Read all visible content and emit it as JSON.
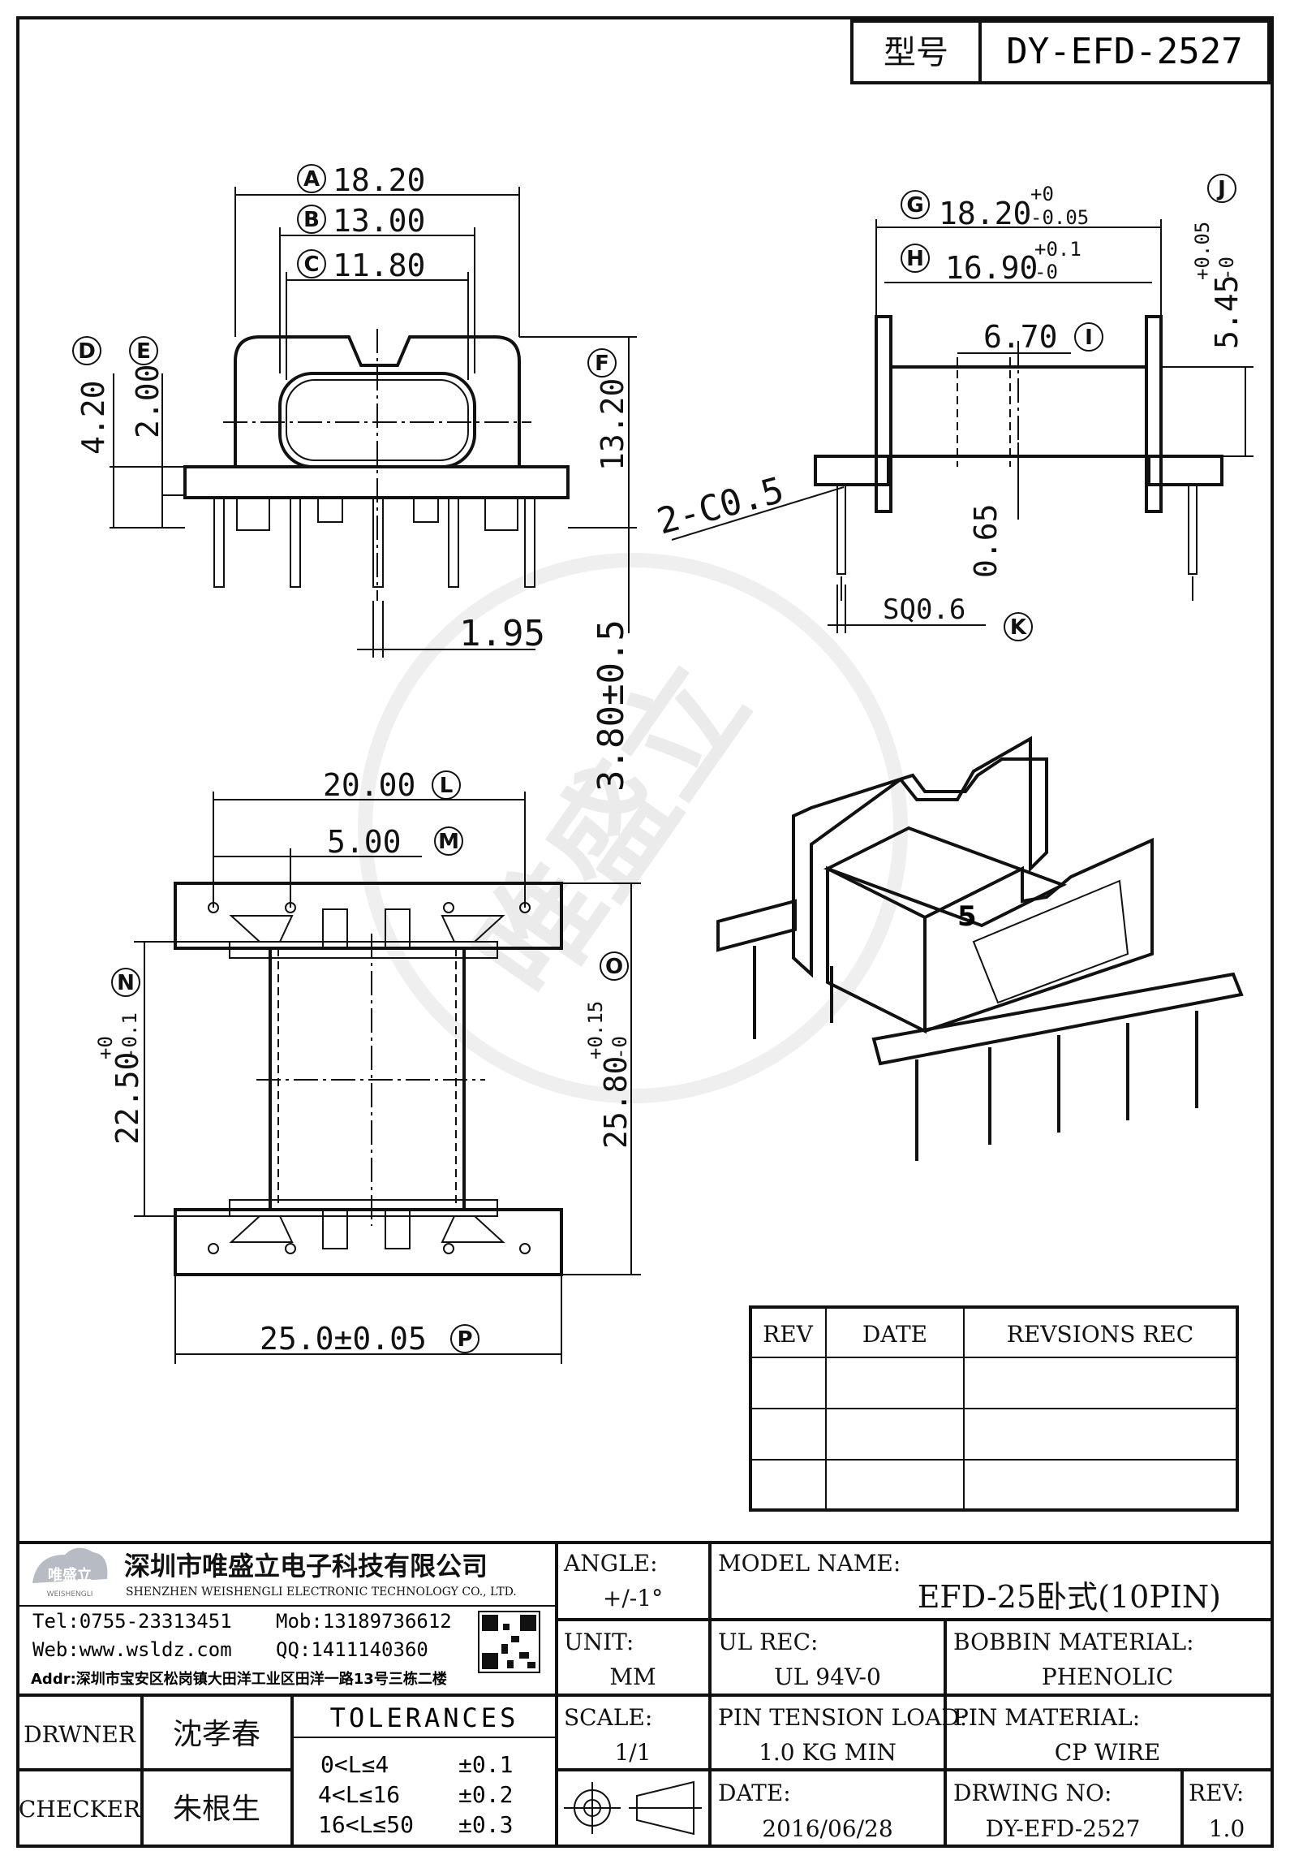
{
  "header": {
    "type_label": "型号",
    "model_code": "DY-EFD-2527"
  },
  "views": {
    "front": {
      "A": "18.20",
      "B": "13.00",
      "C": "11.80",
      "D": "4.20",
      "E": "2.00",
      "F": "13.20",
      "pin_height": "3.80±0.5",
      "pin_pitch": "1.95"
    },
    "side": {
      "G": "18.20",
      "G_tol_upper": "+0",
      "G_tol_lower": "-0.05",
      "H": "16.90",
      "H_tol_upper": "+0.1",
      "H_tol_lower": "-0",
      "I": "6.70",
      "J": "5.45",
      "J_tol_upper": "+0.05",
      "J_tol_lower": "-0",
      "chamfer": "2-C0.5",
      "K": "SQ0.6",
      "step": "0.65"
    },
    "bottom": {
      "L": "20.00",
      "M": "5.00",
      "N": "22.50",
      "N_tol_upper": "+0",
      "N_tol_lower": "-0.1",
      "O": "25.80",
      "O_tol_upper": "+0.15",
      "O_tol_lower": "-0",
      "P": "25.0±0.05"
    },
    "iso": {
      "pin_marker": "5"
    }
  },
  "callouts": {
    "A": "A",
    "B": "B",
    "C": "C",
    "D": "D",
    "E": "E",
    "F": "F",
    "G": "G",
    "H": "H",
    "I": "I",
    "J": "J",
    "K": "K",
    "L": "L",
    "M": "M",
    "N": "N",
    "O": "O",
    "P": "P"
  },
  "revision_table": {
    "headers": [
      "REV",
      "DATE",
      "REVSIONS REC"
    ],
    "rows": [
      [
        "",
        "",
        ""
      ],
      [
        "",
        "",
        ""
      ],
      [
        "",
        "",
        ""
      ]
    ]
  },
  "title_block": {
    "company_cn": "深圳市唯盛立电子科技有限公司",
    "company_en": "SHENZHEN WEISHENGLI ELECTRONIC TECHNOLOGY CO., LTD.",
    "logo_text": "唯盛立",
    "logo_sub": "WEISHENGLI",
    "tel": "Tel:0755-23313451",
    "mob": "Mob:13189736612",
    "web": "Web:www.wsldz.com",
    "qq": "QQ:1411140360",
    "addr": "Addr:深圳市宝安区松岗镇大田洋工业区田洋一路13号三栋二楼",
    "drawer_label": "DRWNER",
    "drawer_name": "沈孝春",
    "checker_label": "CHECKER",
    "checker_name": "朱根生",
    "tolerances_title": "TOLERANCES",
    "tolerances": [
      {
        "range": "0<L≤4",
        "tol": "±0.1"
      },
      {
        "range": "4<L≤16",
        "tol": "±0.2"
      },
      {
        "range": "16<L≤50",
        "tol": "±0.3"
      }
    ],
    "angle_label": "ANGLE:",
    "angle_value": "+/-1°",
    "unit_label": "UNIT:",
    "unit_value": "MM",
    "scale_label": "SCALE:",
    "scale_value": "1/1",
    "model_name_label": "MODEL NAME:",
    "model_name_value": "EFD-25卧式(10PIN)",
    "ul_rec_label": "UL REC:",
    "ul_rec_value": "UL 94V-0",
    "bobbin_material_label": "BOBBIN MATERIAL:",
    "bobbin_material_value": "PHENOLIC",
    "pin_tension_label": "PIN TENSION LOAD:",
    "pin_tension_value": "1.0 KG MIN",
    "pin_material_label": "PIN MATERIAL:",
    "pin_material_value": "CP WIRE",
    "date_label": "DATE:",
    "date_value": "2016/06/28",
    "drawing_no_label": "DRWING NO:",
    "drawing_no_value": "DY-EFD-2527",
    "rev_label": "REV:",
    "rev_value": "1.0"
  }
}
